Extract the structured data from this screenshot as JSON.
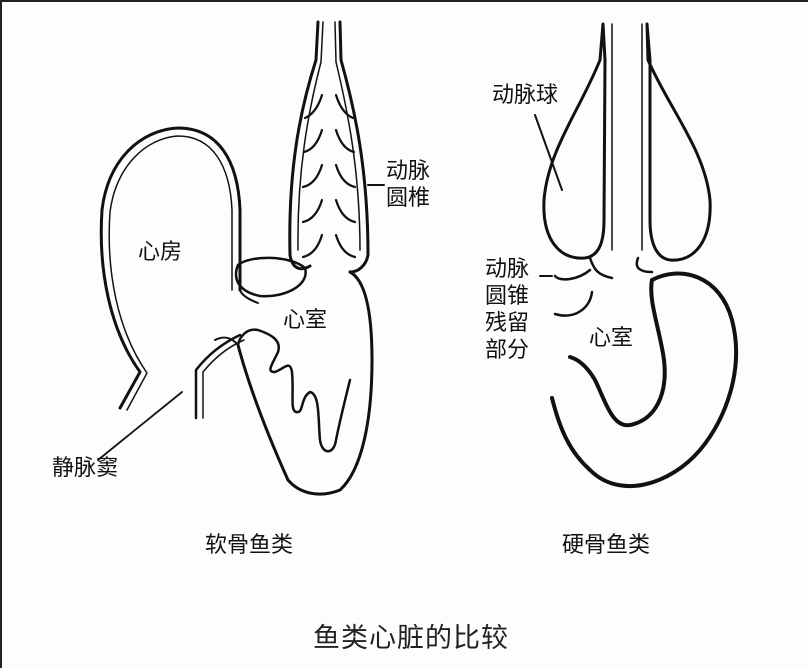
{
  "figure": {
    "title": "鱼类心脏的比较",
    "border_color": "#222222",
    "line_color": "#111111",
    "background": "#fdfdfd"
  },
  "left_heart": {
    "caption": "软骨鱼类",
    "labels": {
      "atrium": "心房",
      "ventricle": "心室",
      "conus_line1": "动脉",
      "conus_line2": "圆椎",
      "sinus_venosus": "静脉窦"
    }
  },
  "right_heart": {
    "caption": "硬骨鱼类",
    "labels": {
      "bulbus": "动脉球",
      "ventricle": "心室",
      "conus_remnant_line1": "动脉",
      "conus_remnant_line2": "圆锥",
      "conus_remnant_line3": "残留",
      "conus_remnant_line4": "部分"
    }
  }
}
